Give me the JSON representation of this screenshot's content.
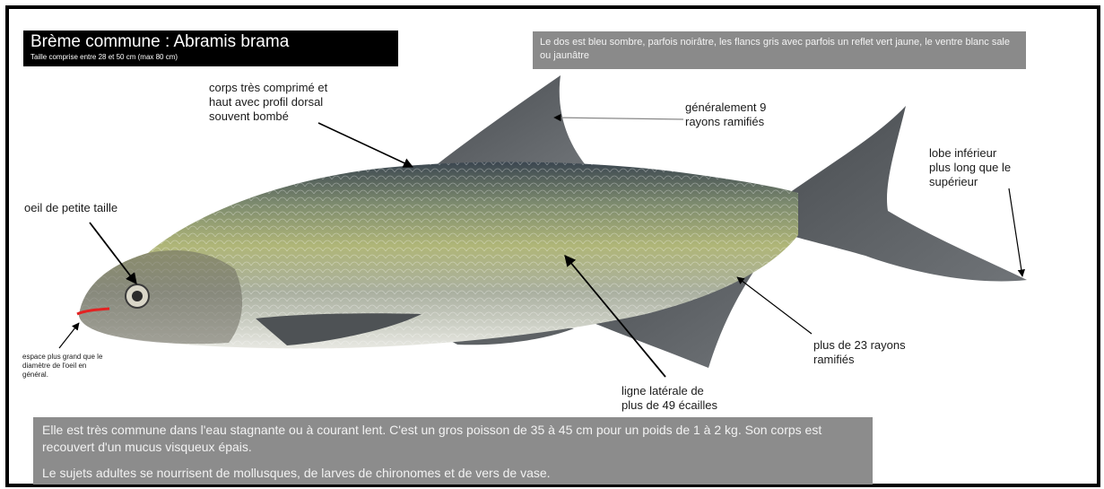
{
  "title": "Brème commune : Abramis brama",
  "subtitle": "Taille comprise entre 28 et 50 cm (max 80 cm)",
  "color_note": "Le dos est bleu sombre, parfois noirâtre, les flancs gris avec parfois un reflet vert jaune, le ventre blanc sale ou jaunâtre",
  "labels": {
    "body": [
      "corps très comprimé et",
      "haut avec profil dorsal",
      "souvent bombé"
    ],
    "dorsal": [
      "généralement 9",
      "rayons ramifiés"
    ],
    "tail": [
      "lobe inférieur",
      "plus long que le",
      "supérieur"
    ],
    "eye": "oeil de petite taille",
    "mouth": [
      "espace plus grand que le",
      "diamètre de l'oeil en",
      "général."
    ],
    "anal": [
      "plus de 23 rayons",
      "ramifiés"
    ],
    "lateral": [
      "ligne latérale de",
      "plus de 49 écailles"
    ]
  },
  "bottom": {
    "paragraph1": "Elle est très commune dans l'eau stagnante ou à courant lent. C'est un gros poisson de 35 à 45 cm pour un poids de 1 à 2 kg. Son corps est recouvert d'un mucus visqueux épais.",
    "paragraph2": "Le sujets adultes se nourrisent de mollusques, de larves de chironomes et de vers de vase."
  },
  "colors": {
    "back": "#3d4a55",
    "flank": "#9aa67a",
    "belly": "#e6e6de",
    "fins": "#5b5f62",
    "mouth_highlight": "#e32222"
  }
}
